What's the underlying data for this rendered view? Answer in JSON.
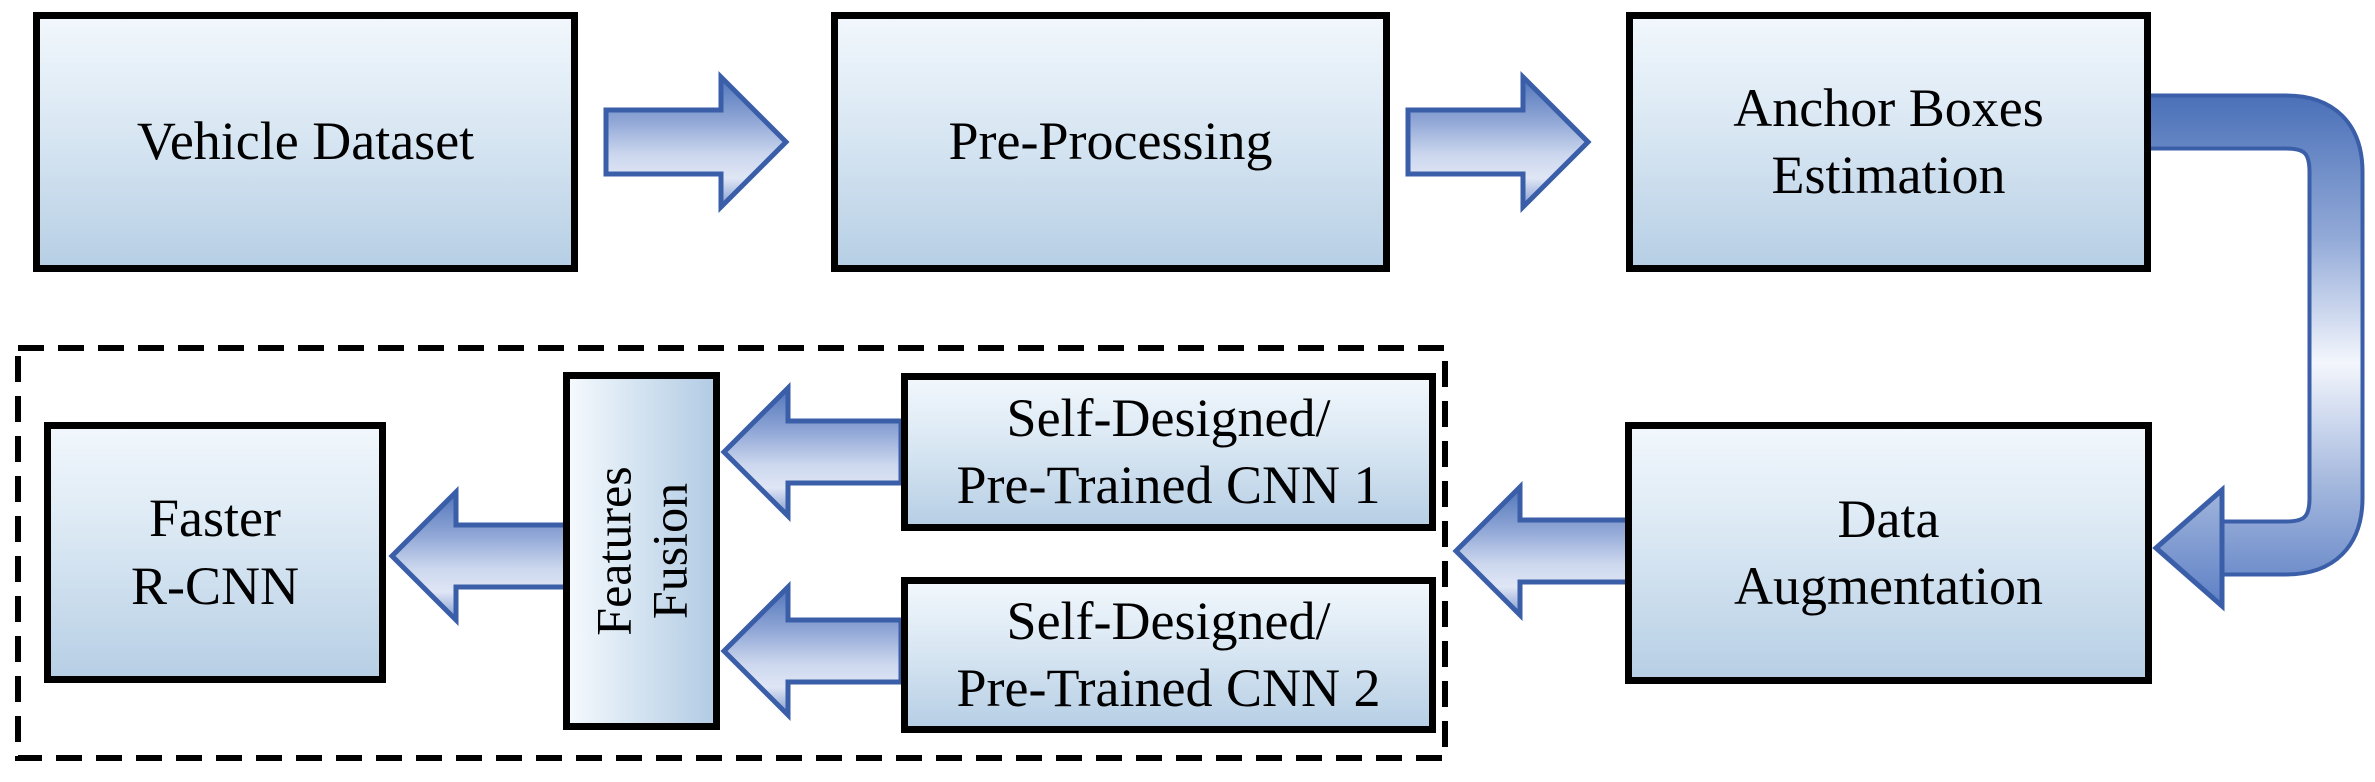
{
  "figure": {
    "type": "flowchart",
    "background": "#ffffff",
    "colors": {
      "node_fill_top": "#f1f7fc",
      "node_fill_bottom": "#b7cfe5",
      "node_border": "#000000",
      "dashed_group_border": "#000000",
      "arrow_outline": "#3a5ea8",
      "arrow_fill_dark": "#4f74ba",
      "arrow_fill_light": "#dfe6f5"
    },
    "nodes": {
      "vehicle_dataset": {
        "label": "Vehicle Dataset"
      },
      "pre_processing": {
        "label": "Pre-Processing"
      },
      "anchor_boxes": {
        "label": "Anchor Boxes\nEstimation"
      },
      "data_augmentation": {
        "label": "Data\nAugmentation"
      },
      "cnn1": {
        "label": "Self-Designed/\nPre-Trained CNN 1"
      },
      "cnn2": {
        "label": "Self-Designed/\nPre-Trained CNN 2"
      },
      "features_fusion": {
        "label": "Features\nFusion"
      },
      "faster_rcnn": {
        "label": "Faster\nR-CNN"
      }
    },
    "edges": [
      {
        "from": "vehicle_dataset",
        "to": "pre_processing",
        "style": "block-arrow-right"
      },
      {
        "from": "pre_processing",
        "to": "anchor_boxes",
        "style": "block-arrow-right"
      },
      {
        "from": "anchor_boxes",
        "to": "data_augmentation",
        "style": "curved-elbow-down-left"
      },
      {
        "from": "data_augmentation",
        "to": "cnn_group",
        "style": "block-arrow-left"
      },
      {
        "from": "cnn1",
        "to": "features_fusion",
        "style": "block-arrow-left"
      },
      {
        "from": "cnn2",
        "to": "features_fusion",
        "style": "block-arrow-left"
      },
      {
        "from": "features_fusion",
        "to": "faster_rcnn",
        "style": "block-arrow-left"
      }
    ]
  }
}
